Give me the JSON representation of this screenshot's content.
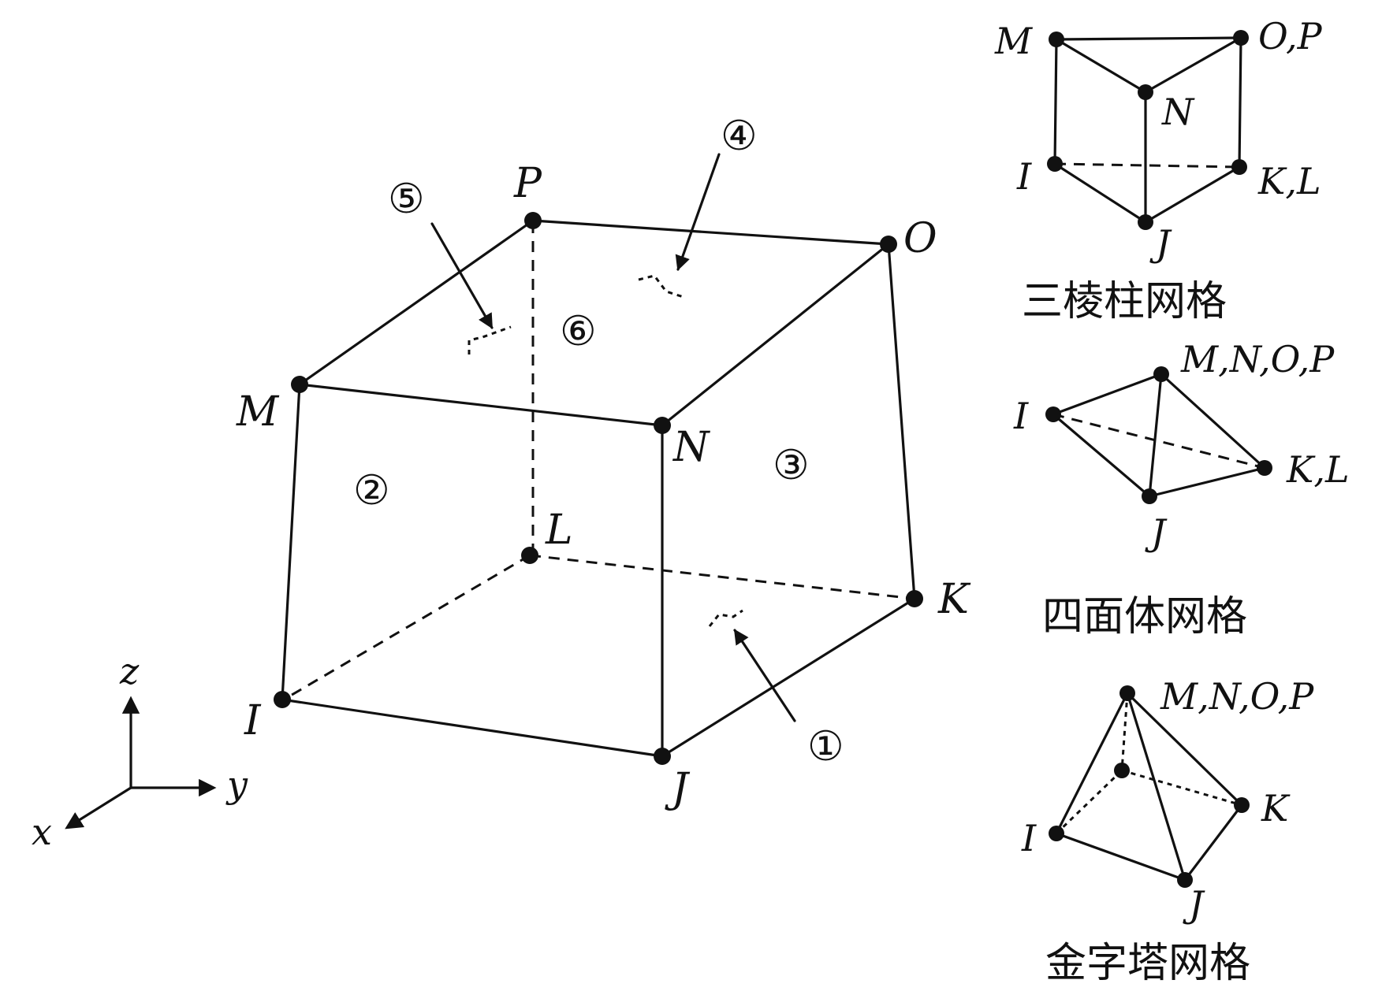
{
  "main_cube": {
    "vertex_labels": {
      "P": "P",
      "O": "O",
      "M": "M",
      "N": "N",
      "L": "L",
      "K": "K",
      "I": "I",
      "J": "J"
    },
    "face_labels": {
      "f1": "①",
      "f2": "②",
      "f3": "③",
      "f4": "④",
      "f5": "⑤",
      "f6": "⑥"
    }
  },
  "axes": {
    "z": "z",
    "y": "y",
    "x": "x"
  },
  "prism": {
    "caption": "三棱柱网格",
    "labels": {
      "M": "M",
      "OP": "O,P",
      "N": "N",
      "I": "I",
      "KL": "K,L",
      "J": "J"
    }
  },
  "tetrahedron": {
    "caption": "四面体网格",
    "labels": {
      "MNOP": "M,N,O,P",
      "I": "I",
      "KL": "K,L",
      "J": "J"
    }
  },
  "pyramid": {
    "caption": "金字塔网格",
    "labels": {
      "MNOP": "M,N,O,P",
      "I": "I",
      "K": "K",
      "J": "J"
    }
  }
}
